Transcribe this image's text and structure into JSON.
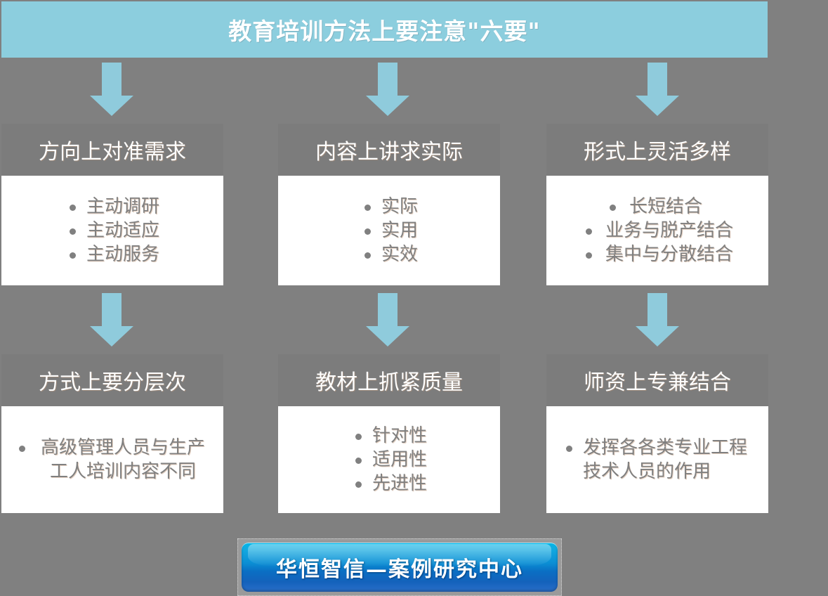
{
  "title": {
    "text": "教育培训方法上要注意\"六要\"",
    "background": "#8ccede",
    "text_color": "#ffffff"
  },
  "canvas": {
    "background": "#808080",
    "accent": "#8fcbdc",
    "card_header_bg": "#7c7c7c",
    "card_body_bg": "#ffffff",
    "bullet_text_color": "#808080"
  },
  "arrows": {
    "count": 6,
    "direction": "down",
    "color": "#8fcbdc"
  },
  "cards": [
    {
      "id": "direction",
      "header": "方向上对准需求",
      "items": [
        "主动调研",
        "主动适应",
        "主动服务"
      ]
    },
    {
      "id": "content",
      "header": "内容上讲求实际",
      "items": [
        "实际",
        "实用",
        "实效"
      ]
    },
    {
      "id": "format",
      "header": "形式上灵活多样",
      "items": [
        "长短结合",
        "业务与脱产结合",
        "集中与分散结合"
      ]
    },
    {
      "id": "method",
      "header": "方式上要分层次",
      "items": [
        "高级管理人员与生产工人培训内容不同"
      ]
    },
    {
      "id": "material",
      "header": "教材上抓紧质量",
      "items": [
        "针对性",
        "适用性",
        "先进性"
      ]
    },
    {
      "id": "faculty",
      "header": "师资上专兼结合",
      "items": [
        "发挥各各类专业工程技术人员的作用"
      ]
    }
  ],
  "brand": {
    "text": "华恒智信—案例研究中心",
    "gradient_top": "#00b7e8",
    "gradient_bottom": "#2a6fc9"
  }
}
